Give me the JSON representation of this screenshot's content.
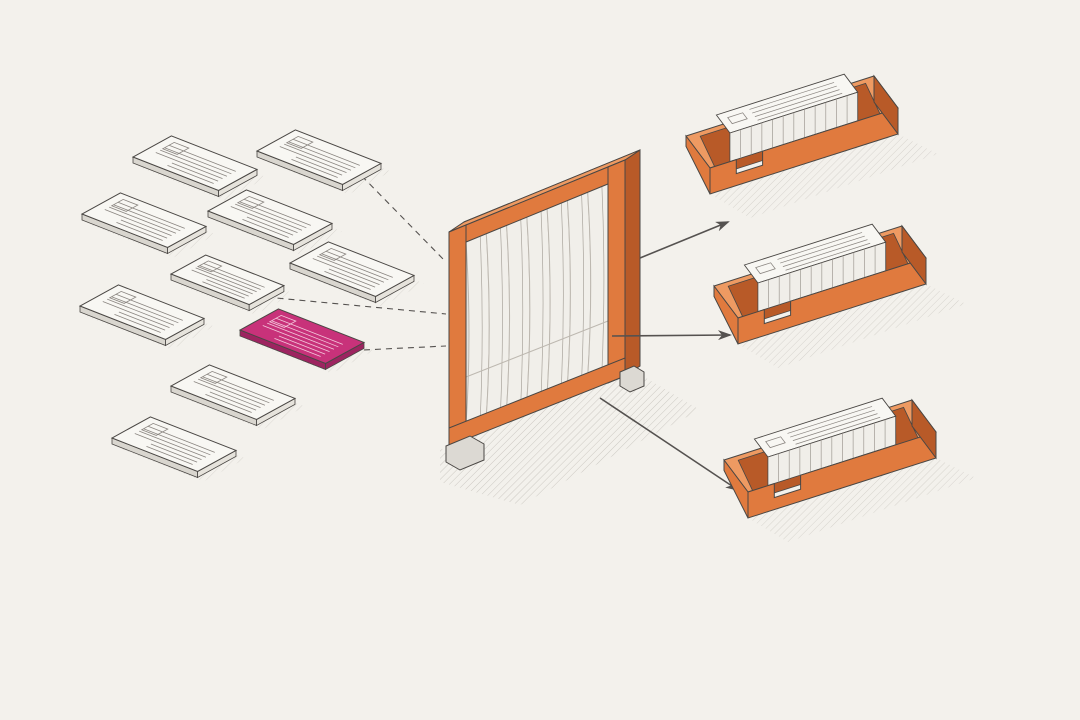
{
  "colors": {
    "background": "#f3f1ec",
    "paper": "#f8f7f3",
    "paper_edge": "#d9d6cf",
    "ink": "#4a4744",
    "line_ink": "#8a8580",
    "highlight": "#c8327a",
    "highlight_side": "#9d2460",
    "wood": "#e07a3e",
    "wood_dark": "#b85a28",
    "wood_light": "#ee9a62",
    "curtain": "#f1efea",
    "curtain_fold": "#bdb8b0",
    "foot": "#dcd9d3",
    "arrow": "#555250"
  },
  "diagram": {
    "nodes": [
      {
        "id": "doc-1",
        "kind": "document"
      },
      {
        "id": "doc-2",
        "kind": "document"
      },
      {
        "id": "doc-3",
        "kind": "document"
      },
      {
        "id": "doc-4",
        "kind": "document"
      },
      {
        "id": "doc-5",
        "kind": "document"
      },
      {
        "id": "doc-6",
        "kind": "document"
      },
      {
        "id": "doc-7",
        "kind": "document"
      },
      {
        "id": "doc-8",
        "kind": "document",
        "highlighted": true
      },
      {
        "id": "doc-9",
        "kind": "document"
      },
      {
        "id": "doc-10",
        "kind": "document"
      },
      {
        "id": "filter",
        "kind": "curtain-frame"
      },
      {
        "id": "tray-1",
        "kind": "tray"
      },
      {
        "id": "tray-2",
        "kind": "tray"
      },
      {
        "id": "tray-3",
        "kind": "tray"
      }
    ],
    "edges": [
      {
        "from": "doc-2",
        "to": "filter",
        "style": "dashed"
      },
      {
        "from": "doc-6",
        "to": "filter",
        "style": "dashed"
      },
      {
        "from": "doc-8",
        "to": "filter",
        "style": "dashed"
      },
      {
        "from": "filter",
        "to": "tray-1",
        "style": "arrow"
      },
      {
        "from": "filter",
        "to": "tray-2",
        "style": "arrow"
      },
      {
        "from": "filter",
        "to": "tray-3",
        "style": "arrow"
      }
    ]
  }
}
